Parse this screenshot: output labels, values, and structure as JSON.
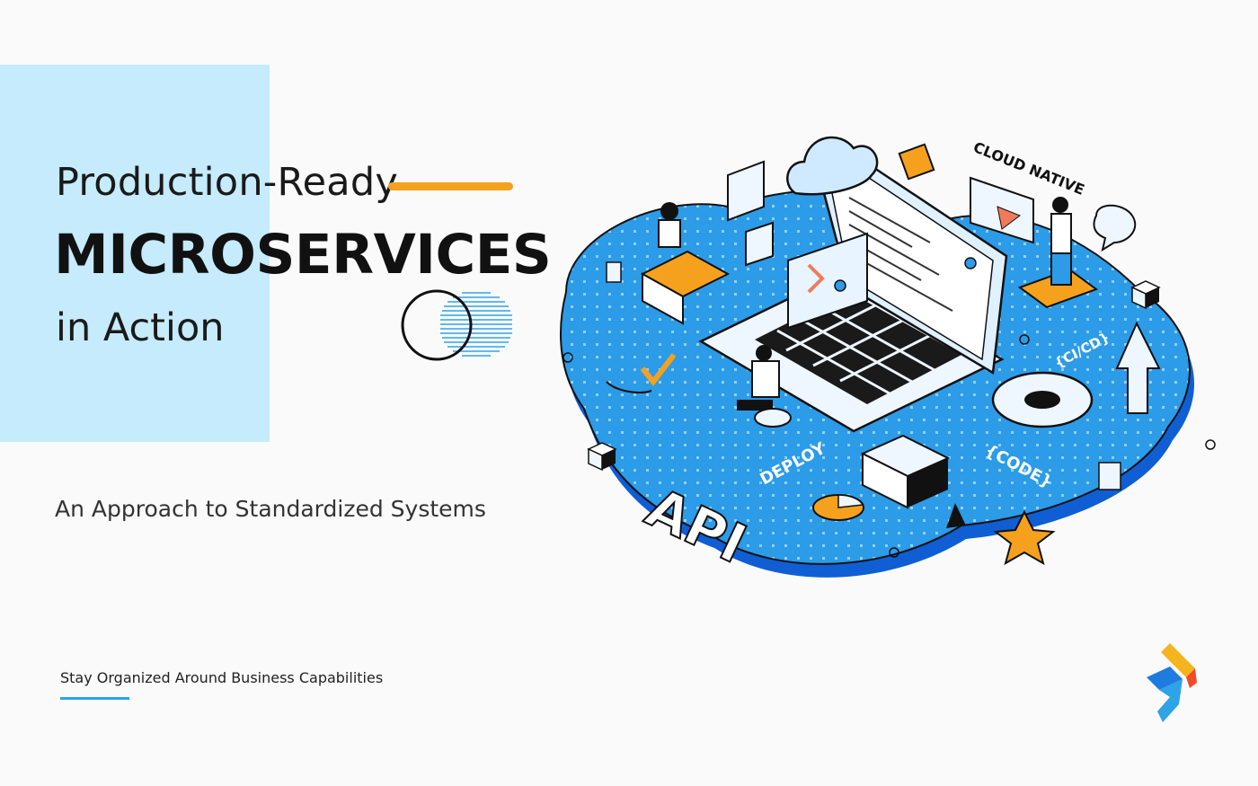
{
  "hero": {
    "line1": "Production-Ready",
    "line2": "MICROSERVICES",
    "line3": "in Action"
  },
  "subtitle": "An Approach to Standardized Systems",
  "tagline": "Stay Organized Around Business Capabilities",
  "illustration": {
    "labels": {
      "cloud_native": "CLOUD NATIVE",
      "ci_cd": "{CI/CD}",
      "deploy": "DEPLOY",
      "code": "{CODE}",
      "api": "API"
    }
  },
  "colors": {
    "accent_orange": "#f5a11d",
    "panel_blue": "#c5ebfd",
    "platform_blue": "#2c9be8",
    "underline_blue": "#27a6e8"
  }
}
